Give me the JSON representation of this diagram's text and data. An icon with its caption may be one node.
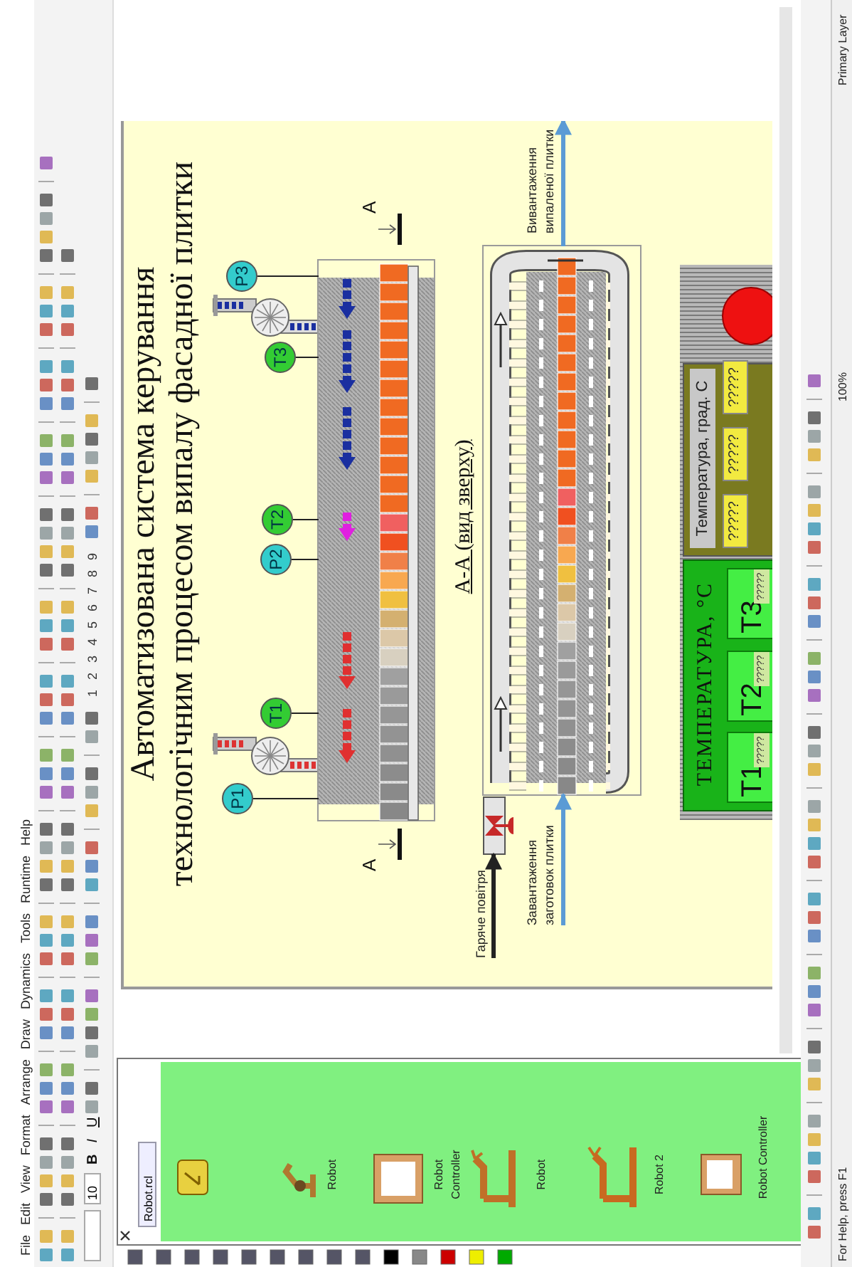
{
  "diagram": {
    "title": "Автоматизована система керування технологічним процесом випалу фасадної плитки",
    "nodes": [
      {
        "text": [
          "P1"
        ]
      },
      {
        "text": [
          "T1"
        ]
      },
      {
        "text": [
          "P2"
        ]
      },
      {
        "text": [
          "T2"
        ]
      },
      {
        "text": [
          "T3"
        ]
      },
      {
        "text": [
          "P3"
        ]
      },
      {
        "text": [],
        "shape": "box"
      },
      {
        "text": [
          "Гаряче повітря"
        ]
      },
      {
        "text": [],
        "shape": "picture"
      },
      {
        "text": [
          "Завантаження заготовок плитки"
        ]
      },
      {
        "text": [],
        "shape": "box"
      },
      {
        "text": [
          "Вивантаження випаленої плитки"
        ]
      },
      {
        "text": [
          "ТЕМПЕРАТУРА, °С"
        ]
      },
      {
        "text": [
          "T1",
          "?????"
        ],
        "in": 12
      },
      {
        "text": [
          "T2",
          "?????"
        ],
        "in": 12
      },
      {
        "text": [
          "T3",
          "?????"
        ],
        "in": 12
      },
      {
        "text": [
          "Температура, град. С"
        ]
      },
      {
        "text": [
          "?????"
        ],
        "in": 16
      },
      {
        "text": [
          "?????"
        ],
        "in": 16
      },
      {
        "text": [
          "?????"
        ],
        "in": 16
      }
    ],
    "edges": [
      {
        "from": 0,
        "to": 6,
        "arrow": "none"
      },
      {
        "from": 1,
        "to": 6,
        "arrow": "none"
      },
      {
        "from": 2,
        "to": 6,
        "arrow": "none"
      },
      {
        "from": 3,
        "to": 6,
        "arrow": "none"
      },
      {
        "from": 4,
        "to": 6,
        "arrow": "none"
      },
      {
        "from": 5,
        "to": 6,
        "arrow": "none"
      },
      {
        "from": 7,
        "to": 8,
        "arrow": "to",
        "style": "thick"
      },
      {
        "from": 9,
        "to": 10,
        "arrow": "to",
        "style": "thick",
        "color": "#5b9bd5"
      },
      {
        "from": 10,
        "to": 11,
        "arrow": "to",
        "style": "thick",
        "color": "#5b9bd5"
      }
    ],
    "labels": [
      "File",
      "Edit",
      "View",
      "Format",
      "Arrange",
      "Draw",
      "Dynamics",
      "Tools",
      "Runtime",
      "Help",
      "10",
      "B",
      "I",
      "U",
      "1",
      "2",
      "3",
      "4",
      "5",
      "6",
      "7",
      "8",
      "9",
      "Robot.rcl",
      "Robot",
      "Robot Controller",
      "Robot",
      "Robot 2",
      "Robot Controller",
      "A",
      "A",
      "А-А (вид зверху)",
      "For Help, press F1",
      "100%",
      "Primary Layer"
    ]
  }
}
